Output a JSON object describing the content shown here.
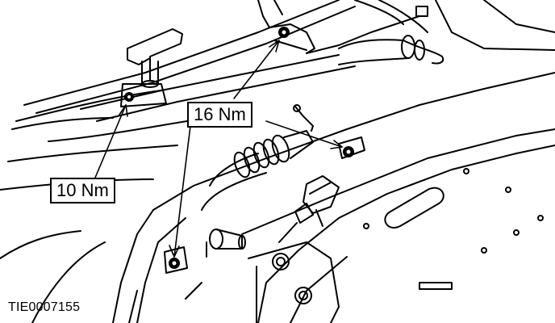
{
  "figure": {
    "callouts": {
      "torque_upper": "16 Nm",
      "torque_lower": "10 Nm"
    },
    "figure_id": "TIE0007155"
  },
  "colors": {
    "ink": "#000000",
    "paper": "#ffffff"
  }
}
